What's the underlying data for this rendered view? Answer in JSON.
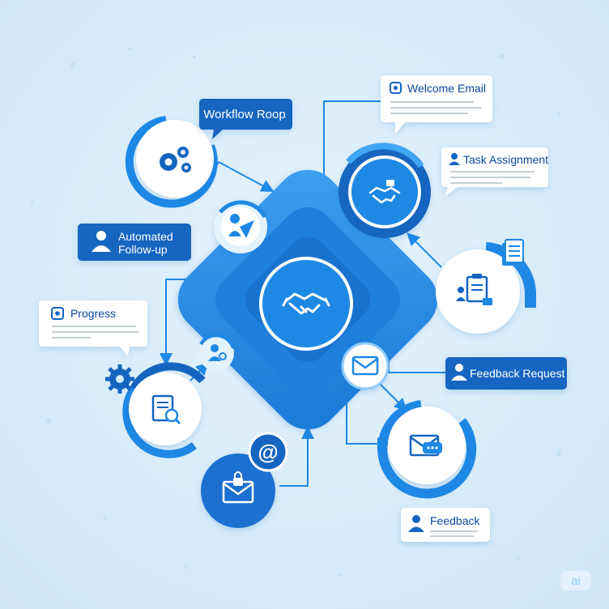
{
  "colors": {
    "background": "#d6ebfa",
    "primary": "#1976d2",
    "primary_light": "#42a5f5",
    "dark_blue": "#0d5fb8",
    "white": "#ffffff",
    "text_dark": "#0d47a1"
  },
  "hub": {
    "icon": "handshake-icon"
  },
  "nodes": [
    {
      "id": "gears",
      "icon": "gears-icon"
    },
    {
      "id": "task-handshake",
      "icon": "handshake-icon"
    },
    {
      "id": "clipboard",
      "icon": "clipboard-team-icon"
    },
    {
      "id": "progress-doc",
      "icon": "document-search-icon"
    },
    {
      "id": "email-lock",
      "icon": "envelope-lock-icon"
    },
    {
      "id": "feedback-mail",
      "icon": "envelope-chat-icon"
    }
  ],
  "labels": {
    "workflow": "Workflow Roop",
    "automated": "Automated\nFollow-up",
    "automated_line1": "Automated",
    "automated_line2": "Follow-up",
    "feedback_request": "Feedback Request",
    "feedback": "Feedback",
    "welcome": "Welcome Email",
    "task": "Task Assignment",
    "progress": "Progress"
  },
  "watermark": "ai"
}
